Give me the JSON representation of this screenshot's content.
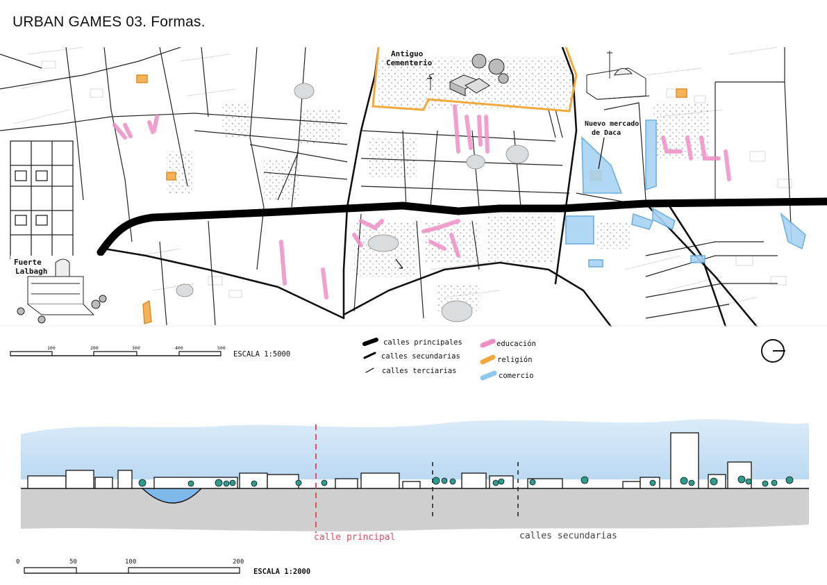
{
  "title": "URBAN GAMES 03.  Formas.",
  "map": {
    "labels": {
      "cemetery": [
        "Antiguo",
        "Cementerio"
      ],
      "market": [
        "Nuevo mercado",
        "de Daca"
      ],
      "fort": [
        "Fuerte",
        "Lalbagh"
      ]
    }
  },
  "scale_map": {
    "ticks": [
      "100",
      "200",
      "300",
      "400",
      "500"
    ],
    "label": "ESCALA  1:5000"
  },
  "legend": {
    "streets": [
      {
        "label": "calles principales",
        "line": "thick"
      },
      {
        "label": "calles secundarias",
        "line": "medium"
      },
      {
        "label": "calles terciarias",
        "line": "thin"
      }
    ],
    "uses": [
      {
        "label": "educación",
        "color": "#ee8fc4"
      },
      {
        "label": "religión",
        "color": "#f2a93b"
      },
      {
        "label": "comercio",
        "color": "#8ec8ee"
      }
    ],
    "north_icon": "north-arrow-icon"
  },
  "section": {
    "main_street_label": "calle principal",
    "secondary_streets_label": "calles secundarias",
    "colors": {
      "sky": "#b8d9f2",
      "ground": "#cfcfcf",
      "tree": "#2a9d8f",
      "water": "#7fb8ea",
      "main_marker": "#e84a5f"
    }
  },
  "scale_section": {
    "ticks": [
      "0",
      "50",
      "100",
      "200"
    ],
    "label": "ESCALA  1:2000"
  }
}
